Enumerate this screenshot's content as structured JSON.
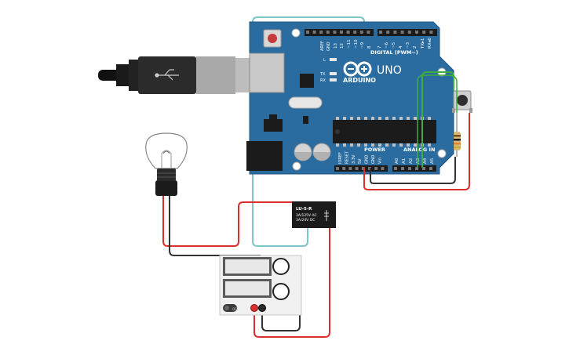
{
  "arduino": {
    "brand": "ARDUINO",
    "model": "UNO",
    "digital_label": "DIGITAL (PWM~)",
    "power_label": "POWER",
    "analog_label": "ANALOG IN",
    "led_l": "L",
    "led_tx": "TX",
    "led_rx": "RX",
    "pin_aref": "AREF",
    "pin_gnd_top": "GND",
    "digital_pins": [
      "13",
      "12",
      "~11",
      "~10",
      "~9",
      "8",
      "7",
      "~6",
      "~5",
      "4",
      "~3",
      "2",
      "TX▸1",
      "RX◂0"
    ],
    "power_pins": [
      "IOREF",
      "RESET",
      "3.3V",
      "5V",
      "GND",
      "GND",
      "Vin"
    ],
    "analog_pins": [
      "A0",
      "A1",
      "A2",
      "A3",
      "A4",
      "A5"
    ]
  },
  "relay": {
    "model": "LU-5-R",
    "rating_ac": "3A/125V AC",
    "rating_dc": "3A/24V  DC"
  },
  "power_supply": {
    "switch_label": "OFF"
  },
  "colors": {
    "board": "#2a6c9f",
    "board_edge": "#1f5580",
    "wire_red": "#d9302c",
    "wire_black": "#333333",
    "wire_green": "#3dae3d",
    "usb_cable": "#7cc7c9"
  },
  "components": [
    "arduino-uno",
    "usb-cable",
    "light-bulb",
    "relay",
    "push-button",
    "resistor",
    "power-supply"
  ]
}
